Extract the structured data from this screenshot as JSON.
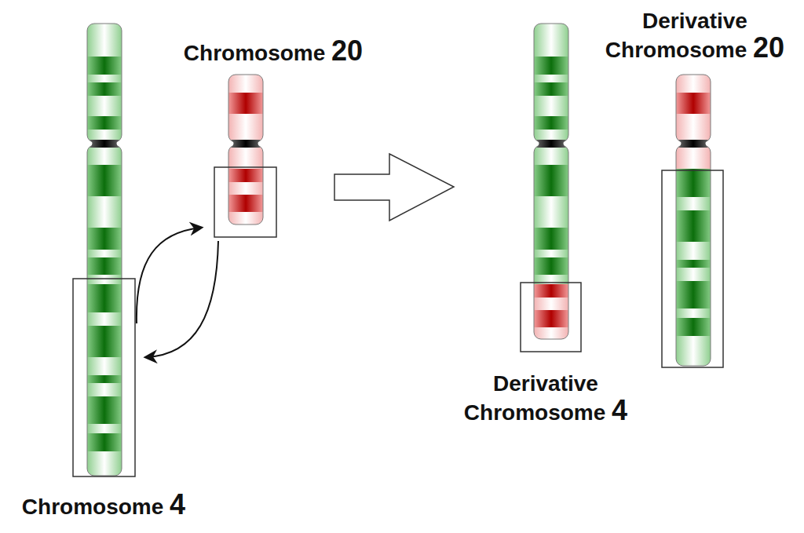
{
  "diagram": {
    "labels": [
      "Chromosome 20",
      "Derivative Chromosome 20",
      "Derivative Chromosome 4",
      "Chromosome 4"
    ]
  }
}
